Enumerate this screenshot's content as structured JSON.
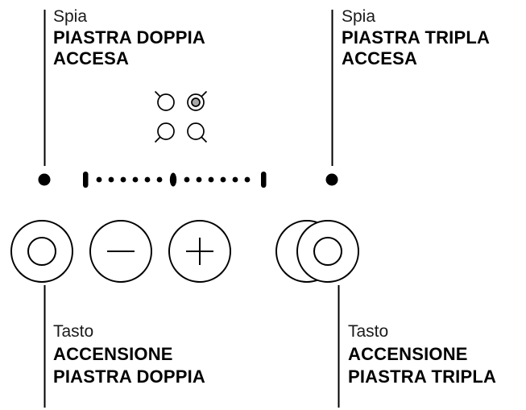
{
  "colors": {
    "ink": "#000000",
    "background": "#ffffff",
    "selected_zone_fill": "#a8a8a8"
  },
  "callouts": {
    "spia_doppia": {
      "prefix": "Spia",
      "line1": "PIASTRA DOPPIA",
      "line2": "ACCESA"
    },
    "spia_tripla": {
      "prefix": "Spia",
      "line1": "PIASTRA TRIPLA",
      "line2": "ACCESA"
    },
    "tasto_doppia": {
      "prefix": "Tasto",
      "line1": "ACCENSIONE",
      "line2": "PIASTRA DOPPIA"
    },
    "tasto_tripla": {
      "prefix": "Tasto",
      "line1": "ACCENSIONE",
      "line2": "PIASTRA TRIPLA"
    }
  },
  "symbols": {
    "minus": "−",
    "plus": "+"
  },
  "icons": {
    "indicator_left": "double-plate-indicator-dot",
    "indicator_right": "triple-plate-indicator-dot",
    "display": "power-level-dot-scale",
    "zone_icons": [
      "cooking-zone-top-left",
      "cooking-zone-top-right-selected",
      "cooking-zone-bottom-left",
      "cooking-zone-bottom-right"
    ],
    "buttons": [
      "double-plate-power-button",
      "minus-button",
      "plus-button",
      "triple-plate-power-button"
    ]
  }
}
